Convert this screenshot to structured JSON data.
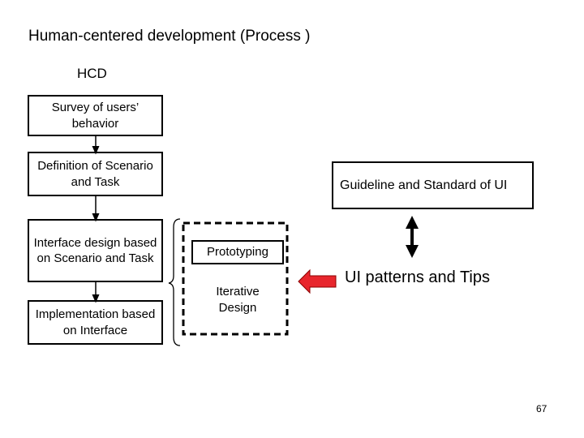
{
  "title": "Human-centered development (Process )",
  "hcd_label": "HCD",
  "process_steps": {
    "survey": "Survey of users’ behavior",
    "definition": "Definition of Scenario and Task",
    "interface": "Interface design based on Scenario and Task",
    "implementation": "Implementation based on Interface"
  },
  "prototyping": "Prototyping",
  "iterative_design": "Iterative Design",
  "guideline": "Guideline and Standard of UI",
  "ui_patterns": "UI patterns and Tips",
  "page_number": "67",
  "colors": {
    "arrow_red": "#e8262d",
    "line": "#000000"
  }
}
